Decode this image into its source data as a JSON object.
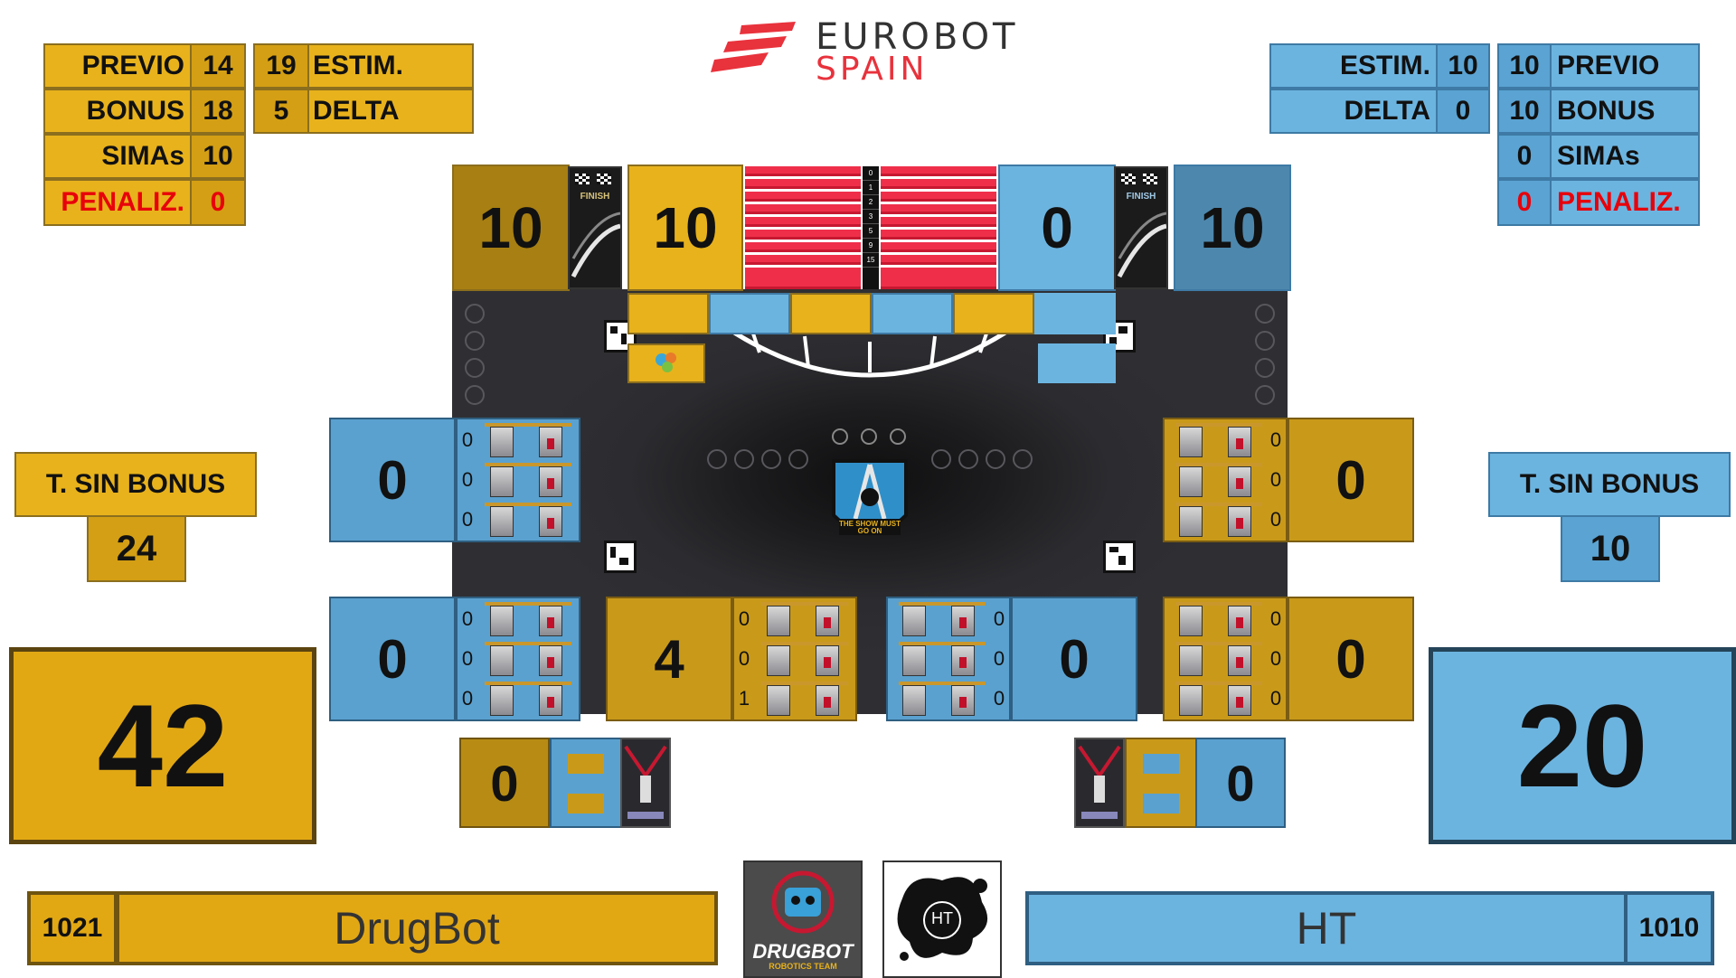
{
  "brand": {
    "line1": "EUROBOT",
    "line2": "SPAIN",
    "accent": "#e8323c"
  },
  "colors": {
    "yellow": "#e8b21c",
    "blue": "#6cb4e0",
    "penalty": "#e8000a"
  },
  "yellow_panel": {
    "previo_label": "PREVIO",
    "previo_value": "14",
    "estim_value": "19",
    "estim_label": "ESTIM.",
    "bonus_label": "BONUS",
    "bonus_value": "18",
    "delta_value": "5",
    "delta_label": "DELTA",
    "simas_label": "SIMAs",
    "simas_value": "10",
    "penaliz_label": "PENALIZ.",
    "penaliz_value": "0"
  },
  "blue_panel": {
    "estim_label": "ESTIM.",
    "estim_value": "10",
    "previo_value": "10",
    "previo_label": "PREVIO",
    "delta_label": "DELTA",
    "delta_value": "0",
    "bonus_value": "10",
    "bonus_label": "BONUS",
    "simas_value": "0",
    "simas_label": "SIMAs",
    "penaliz_value": "0",
    "penaliz_label": "PENALIZ."
  },
  "top_scores": {
    "yellow_backstage": "10",
    "yellow_stage": "10",
    "blue_stage": "0",
    "blue_backstage": "10",
    "finish_label": "FINISH",
    "ladder": [
      "0",
      "1",
      "2",
      "3",
      "5",
      "9",
      "15"
    ]
  },
  "yellow_sin_bonus": {
    "label": "T. SIN BONUS",
    "value": "24"
  },
  "blue_sin_bonus": {
    "label": "T. SIN BONUS",
    "value": "10"
  },
  "yellow_total": "42",
  "blue_total": "20",
  "zones": {
    "left_top": {
      "score": "0",
      "levels": [
        "0",
        "0",
        "0"
      ]
    },
    "left_bottom": {
      "score": "0",
      "levels": [
        "0",
        "0",
        "0"
      ]
    },
    "center_yellow": {
      "score": "4",
      "levels": [
        "0",
        "0",
        "1"
      ]
    },
    "center_blue": {
      "score": "0",
      "levels": [
        "0",
        "0",
        "0"
      ]
    },
    "right_top": {
      "score": "0",
      "levels": [
        "0",
        "0",
        "0"
      ]
    },
    "right_bottom": {
      "score": "0",
      "levels": [
        "0",
        "0",
        "0"
      ]
    }
  },
  "pits": {
    "yellow": "0",
    "blue": "0"
  },
  "poster_text": "THE SHOW MUST GO ON",
  "teams": {
    "yellow": {
      "number": "1021",
      "name": "DrugBot",
      "logo_text": "DRUGBOT",
      "logo_sub": "ROBOTICS TEAM"
    },
    "blue": {
      "number": "1010",
      "name": "HT",
      "logo_text": "HT"
    }
  }
}
